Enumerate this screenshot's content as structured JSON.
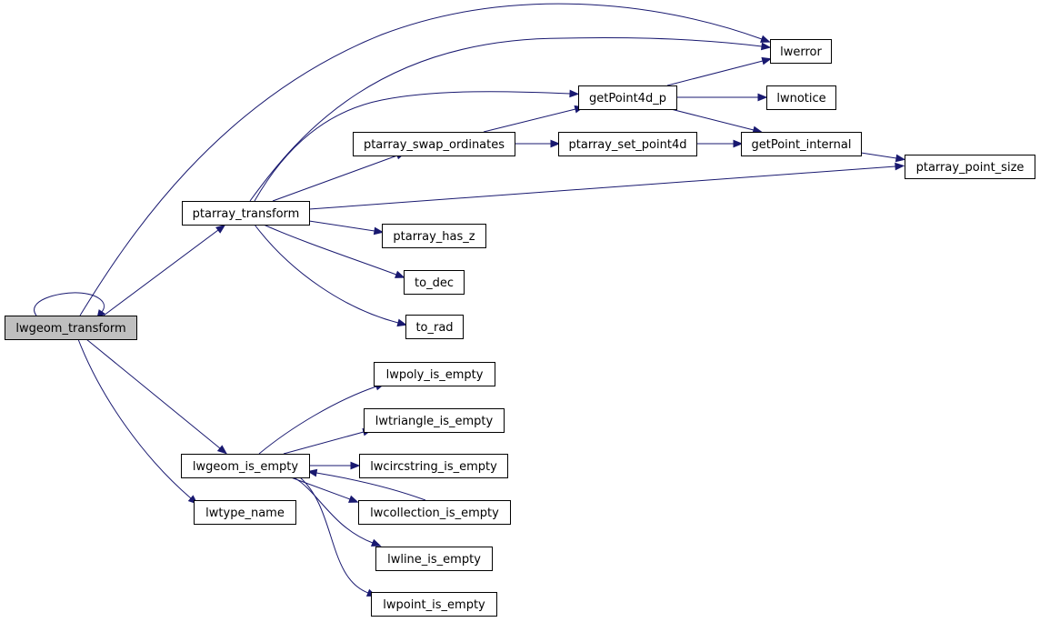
{
  "diagram": {
    "root": "lwgeom_transform",
    "nodes": [
      {
        "id": "lwgeom_transform",
        "label": "lwgeom_transform",
        "highlighted": true
      },
      {
        "id": "ptarray_transform",
        "label": "ptarray_transform"
      },
      {
        "id": "lwgeom_is_empty",
        "label": "lwgeom_is_empty"
      },
      {
        "id": "lwtype_name",
        "label": "lwtype_name"
      },
      {
        "id": "lwerror",
        "label": "lwerror"
      },
      {
        "id": "getPoint4d_p",
        "label": "getPoint4d_p"
      },
      {
        "id": "lwnotice",
        "label": "lwnotice"
      },
      {
        "id": "ptarray_swap_ordinates",
        "label": "ptarray_swap_ordinates"
      },
      {
        "id": "ptarray_set_point4d",
        "label": "ptarray_set_point4d"
      },
      {
        "id": "getPoint_internal",
        "label": "getPoint_internal"
      },
      {
        "id": "ptarray_point_size",
        "label": "ptarray_point_size"
      },
      {
        "id": "ptarray_has_z",
        "label": "ptarray_has_z"
      },
      {
        "id": "to_dec",
        "label": "to_dec"
      },
      {
        "id": "to_rad",
        "label": "to_rad"
      },
      {
        "id": "lwpoly_is_empty",
        "label": "lwpoly_is_empty"
      },
      {
        "id": "lwtriangle_is_empty",
        "label": "lwtriangle_is_empty"
      },
      {
        "id": "lwcircstring_is_empty",
        "label": "lwcircstring_is_empty"
      },
      {
        "id": "lwcollection_is_empty",
        "label": "lwcollection_is_empty"
      },
      {
        "id": "lwline_is_empty",
        "label": "lwline_is_empty"
      },
      {
        "id": "lwpoint_is_empty",
        "label": "lwpoint_is_empty"
      }
    ],
    "edges": [
      {
        "from": "lwgeom_transform",
        "to": "lwgeom_transform"
      },
      {
        "from": "lwgeom_transform",
        "to": "lwerror"
      },
      {
        "from": "lwgeom_transform",
        "to": "ptarray_transform"
      },
      {
        "from": "lwgeom_transform",
        "to": "lwgeom_is_empty"
      },
      {
        "from": "lwgeom_transform",
        "to": "lwtype_name"
      },
      {
        "from": "ptarray_transform",
        "to": "lwerror"
      },
      {
        "from": "ptarray_transform",
        "to": "getPoint4d_p"
      },
      {
        "from": "ptarray_transform",
        "to": "ptarray_swap_ordinates"
      },
      {
        "from": "ptarray_transform",
        "to": "ptarray_point_size"
      },
      {
        "from": "ptarray_transform",
        "to": "ptarray_has_z"
      },
      {
        "from": "ptarray_transform",
        "to": "to_dec"
      },
      {
        "from": "ptarray_transform",
        "to": "to_rad"
      },
      {
        "from": "getPoint4d_p",
        "to": "lwerror"
      },
      {
        "from": "getPoint4d_p",
        "to": "lwnotice"
      },
      {
        "from": "getPoint4d_p",
        "to": "getPoint_internal"
      },
      {
        "from": "ptarray_swap_ordinates",
        "to": "getPoint4d_p"
      },
      {
        "from": "ptarray_swap_ordinates",
        "to": "ptarray_set_point4d"
      },
      {
        "from": "ptarray_set_point4d",
        "to": "getPoint_internal"
      },
      {
        "from": "getPoint_internal",
        "to": "ptarray_point_size"
      },
      {
        "from": "lwgeom_is_empty",
        "to": "lwpoly_is_empty"
      },
      {
        "from": "lwgeom_is_empty",
        "to": "lwtriangle_is_empty"
      },
      {
        "from": "lwgeom_is_empty",
        "to": "lwcircstring_is_empty"
      },
      {
        "from": "lwgeom_is_empty",
        "to": "lwcollection_is_empty"
      },
      {
        "from": "lwgeom_is_empty",
        "to": "lwline_is_empty"
      },
      {
        "from": "lwgeom_is_empty",
        "to": "lwpoint_is_empty"
      },
      {
        "from": "lwcollection_is_empty",
        "to": "lwgeom_is_empty"
      }
    ],
    "colors": {
      "edge": "#191970",
      "node_border": "#000000",
      "node_fill": "#ffffff",
      "root_fill": "#bfbfbf"
    }
  }
}
